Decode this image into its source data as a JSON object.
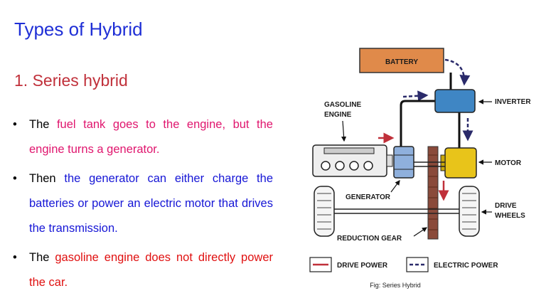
{
  "slide": {
    "title": "Types of Hybrid",
    "subtitle": "1. Series hybrid",
    "bullets": [
      {
        "parts": [
          "The ",
          "fuel tank goes to the engine, but the engine turns a generator."
        ]
      },
      {
        "parts": [
          "Then ",
          "the generator can either charge the batteries or power an electric motor that  drives the transmission."
        ]
      },
      {
        "parts": [
          "The ",
          "gasoline engine does not directly power the car."
        ]
      }
    ],
    "bullet_symbol": "•"
  },
  "diagram": {
    "labels": {
      "battery": "BATTERY",
      "gasoline": "GASOLINE",
      "engine": "ENGINE",
      "inverter": "INVERTER",
      "motor": "MOTOR",
      "generator": "GENERATOR",
      "drive": "DRIVE",
      "wheels": "WHEELS",
      "reduction_gear": "REDUCTION GEAR"
    },
    "legend": {
      "drive_power": "DRIVE POWER",
      "electric_power": "ELECTRIC POWER"
    },
    "caption": "Fig: Series Hybrid",
    "colors": {
      "battery": "#e08a4a",
      "inverter": "#3f86c4",
      "generator": "#8fb0dc",
      "motor": "#e8c41a",
      "drive_arrow": "#c0303a",
      "electric_arrow": "#2a2a6a",
      "gear": "#8a4a3a"
    }
  }
}
